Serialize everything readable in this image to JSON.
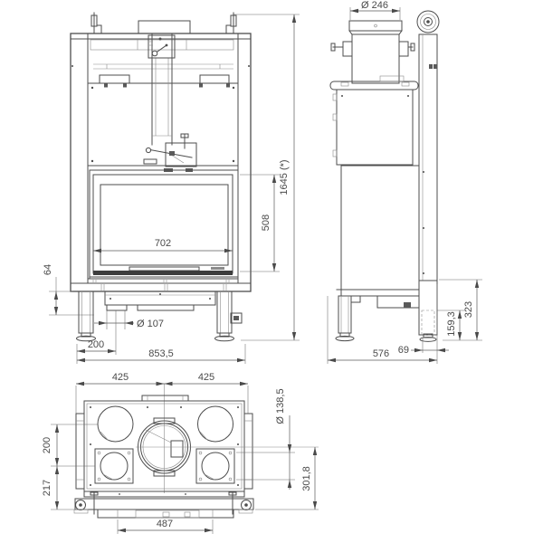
{
  "views": {
    "front": {
      "dims": {
        "door_width": "702",
        "door_height": "508",
        "base_gap": "64",
        "outlet_diameter": "Ø 107",
        "outlet_offset": "200",
        "overall_width": "853,5",
        "overall_height": "1645 (*)"
      }
    },
    "side": {
      "dims": {
        "flue_diameter": "Ø 246",
        "base_height": "323",
        "outlet_height": "159,3",
        "rear_offset": "69",
        "overall_depth": "576"
      }
    },
    "plan": {
      "dims": {
        "half_width_left": "425",
        "half_width_right": "425",
        "duct_diameter": "Ø 138,5",
        "duct_row_spacing": "200",
        "front_row_offset": "217",
        "flue_center_depth": "301,8",
        "inner_front_width": "487"
      }
    }
  },
  "colors": {
    "line": "#4d4d4d",
    "dimension": "#4a4a4a",
    "background": "#ffffff"
  }
}
